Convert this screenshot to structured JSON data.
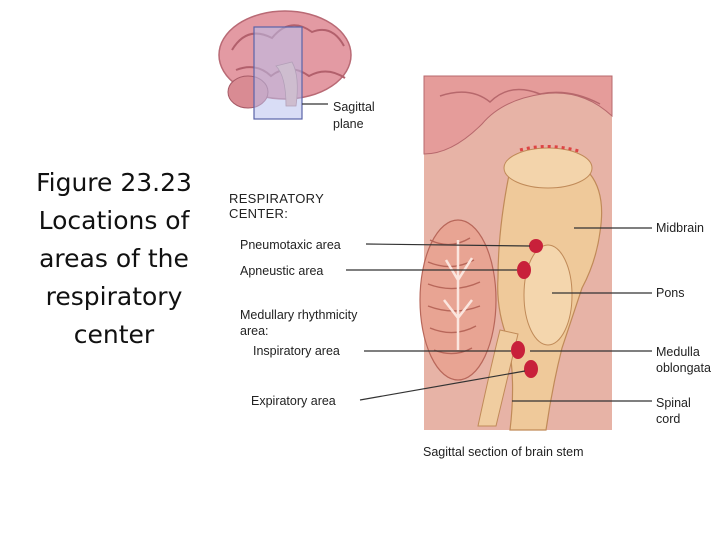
{
  "caption": {
    "line1": "Figure 23.23",
    "line2": "Locations of",
    "line3": "areas of the",
    "line4": "respiratory",
    "line5": "center"
  },
  "diagram": {
    "inset_label_line1": "Sagittal",
    "inset_label_line2": "plane",
    "heading_line1": "RESPIRATORY",
    "heading_line2": "CENTER:",
    "left_labels": {
      "pneumotaxic": "Pneumotaxic area",
      "apneustic": "Apneustic area",
      "medullary_line1": "Medullary rhythmicity",
      "medullary_line2": "area:",
      "inspiratory": "Inspiratory area",
      "expiratory": "Expiratory area"
    },
    "right_labels": {
      "midbrain": "Midbrain",
      "pons": "Pons",
      "medulla_line1": "Medulla",
      "medulla_line2": "oblongata",
      "spinal_line1": "Spinal",
      "spinal_line2": "cord"
    },
    "bottom_caption": "Sagittal section of brain stem",
    "colors": {
      "tissue_pink": "#e4a39c",
      "stem_tan": "#efc99a",
      "area_red": "#c8203a",
      "leader": "#333333"
    }
  }
}
